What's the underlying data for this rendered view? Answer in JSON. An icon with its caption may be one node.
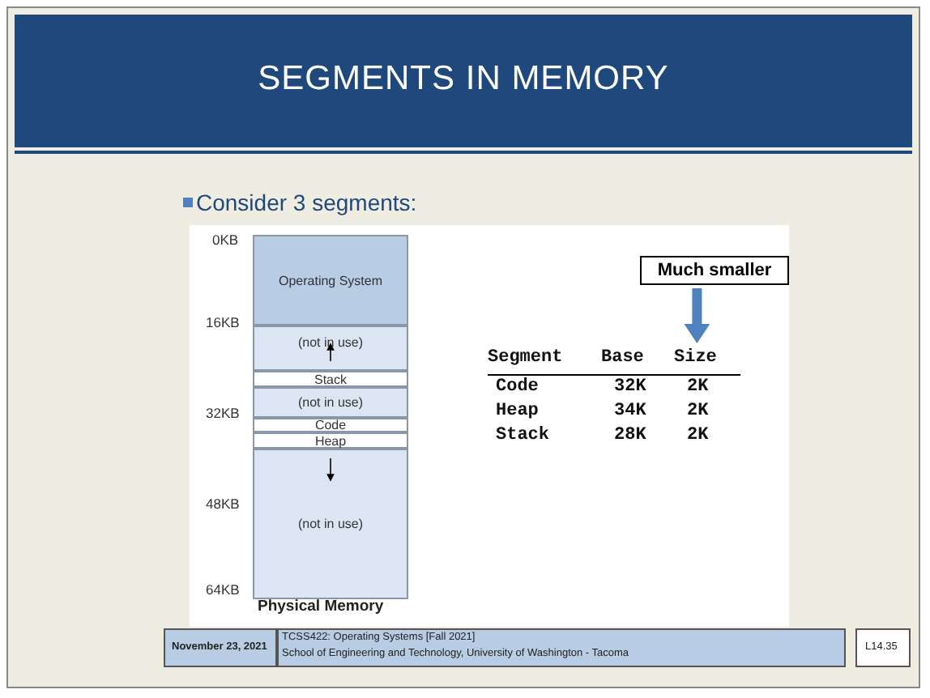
{
  "diagram": {
    "title": "SEGMENTS IN MEMORY",
    "nodes": [
      {
        "text": [
          "Operating System"
        ]
      },
      {
        "text": [
          "(not in use)"
        ]
      },
      {
        "text": [
          "Stack"
        ]
      },
      {
        "text": [
          "(not in use)"
        ]
      },
      {
        "text": [
          "Code"
        ]
      },
      {
        "text": [
          "Heap"
        ]
      },
      {
        "text": [
          "(not in use)"
        ]
      },
      {
        "text": [
          "Much smaller"
        ]
      },
      {
        "text": [
          "Size"
        ]
      }
    ],
    "edges": [
      {
        "from": 7,
        "to": 8,
        "arrow": "to",
        "color": "#4f81bd"
      }
    ],
    "labels": [
      "Consider 3 segments:",
      "0KB",
      "16KB",
      "32KB",
      "48KB",
      "64KB",
      "Physical Memory",
      "Segment",
      "Base",
      "Code",
      "32K",
      "2K",
      "Heap",
      "34K",
      "2K",
      "Stack",
      "28K",
      "2K",
      "November 23, 2021",
      "TCSS422: Operating Systems [Fall 2021]",
      "School of Engineering and Technology, University of Washington - Tacoma",
      "L14.35"
    ]
  }
}
